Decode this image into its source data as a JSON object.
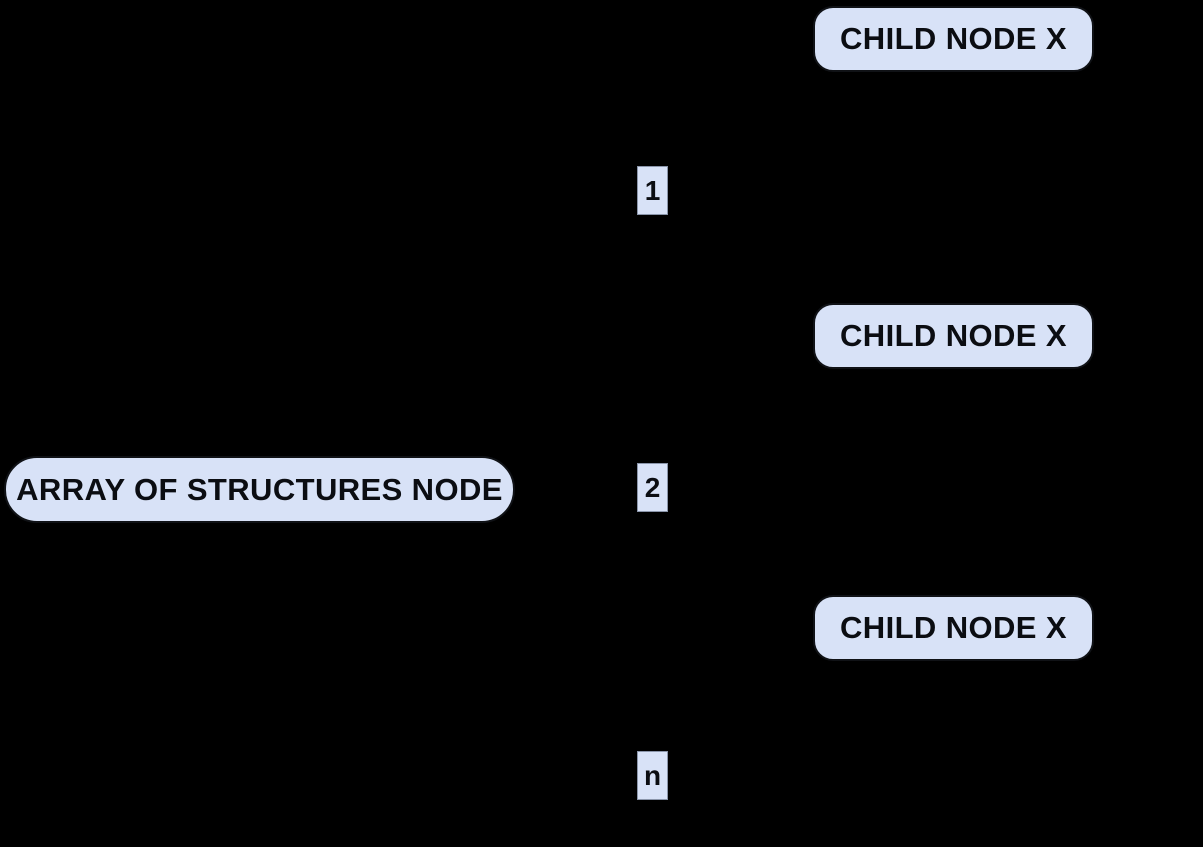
{
  "diagram": {
    "type": "flowchart-left-to-right",
    "parent_node": {
      "label": "ARRAY OF STRUCTURES NODE"
    },
    "child_nodes": [
      {
        "label": "CHILD NODE X"
      },
      {
        "label": "CHILD NODE X"
      },
      {
        "label": "CHILD NODE X"
      }
    ],
    "edges": [
      {
        "from": "array-of-structures-node",
        "to": "child-node-1",
        "label": "1"
      },
      {
        "from": "array-of-structures-node",
        "to": "child-node-2",
        "label": "2"
      },
      {
        "from": "array-of-structures-node",
        "to": "child-node-n",
        "label": "n"
      }
    ]
  },
  "colors": {
    "background": "#000000",
    "node-fill": "#d8e2f7",
    "node-text": "#0b0d12",
    "node-border": "#101216",
    "label-border": "#8a95aa",
    "edge": "#000000"
  }
}
